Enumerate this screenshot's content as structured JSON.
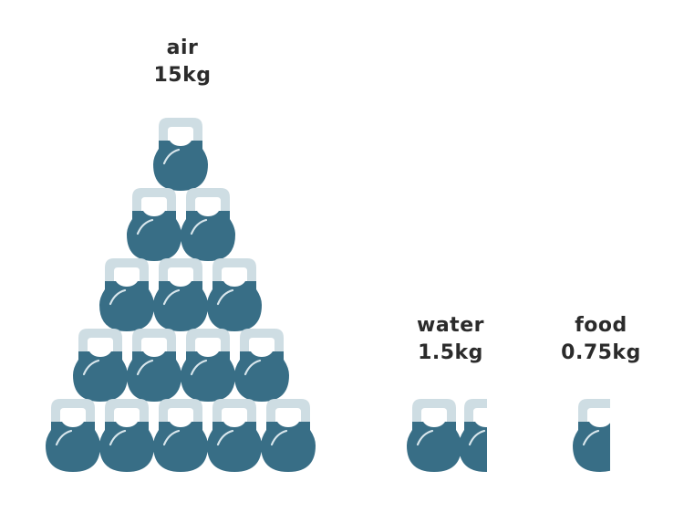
{
  "chart_data": {
    "type": "pictograph",
    "title": "",
    "unit": "kg",
    "icon": "kettlebell-icon",
    "icon_value_kg": 1,
    "categories": [
      "air",
      "water",
      "food"
    ],
    "values": [
      15,
      1.5,
      0.75
    ],
    "value_labels": [
      "15kg",
      "1.5kg",
      "0.75kg"
    ],
    "layout": {
      "air": "pyramid of 15 kettlebells (rows 1,2,3,4,5)",
      "water": "1.5 kettlebells in a row",
      "food": "0.75 kettlebell (partial)"
    }
  },
  "colors": {
    "body": "#386E86",
    "handle": "#CEDDE3",
    "highlight": "#D8E6EC",
    "text": "#2B2B2B"
  },
  "groups": [
    {
      "name": "air",
      "value_label": "15kg"
    },
    {
      "name": "water",
      "value_label": "1.5kg"
    },
    {
      "name": "food",
      "value_label": "0.75kg"
    }
  ]
}
